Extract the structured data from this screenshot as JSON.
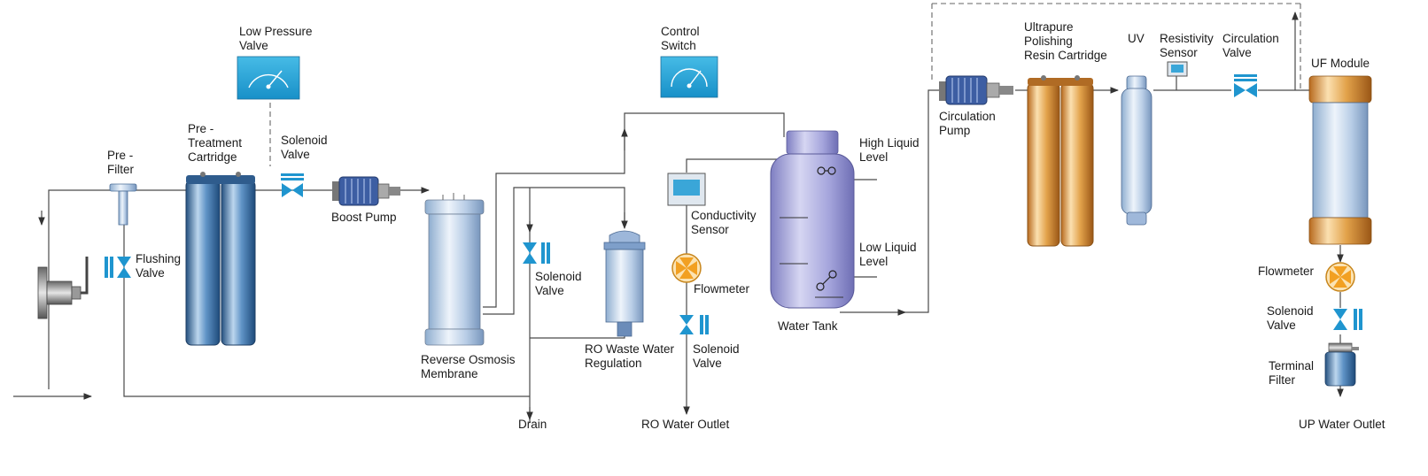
{
  "labels": {
    "low_pressure_valve": [
      "Low Pressure",
      "Valve"
    ],
    "control_switch": [
      "Control",
      "Switch"
    ],
    "pre_filter": [
      "Pre -",
      "Filter"
    ],
    "pre_treatment": [
      "Pre -",
      "Treatment",
      "Cartridge"
    ],
    "solenoid_valve_1": [
      "Solenoid",
      "Valve"
    ],
    "boost_pump": [
      "Boost Pump"
    ],
    "flushing_valve": [
      "Flushing",
      "Valve"
    ],
    "reverse_osmosis": [
      "Reverse Osmosis",
      "Membrane"
    ],
    "solenoid_valve_2": [
      "Solenoid",
      "Valve"
    ],
    "ro_waste": [
      "RO Waste Water",
      "Regulation"
    ],
    "conductivity_sensor": [
      "Conductivity",
      "Sensor"
    ],
    "flowmeter_1": [
      "Flowmeter"
    ],
    "solenoid_valve_3": [
      "Solenoid",
      "Valve"
    ],
    "drain": [
      "Drain"
    ],
    "ro_water_outlet": [
      "RO Water Outlet"
    ],
    "high_liquid": [
      "High Liquid",
      "Level"
    ],
    "low_liquid": [
      "Low Liquid",
      "Level"
    ],
    "water_tank": [
      "Water Tank"
    ],
    "circulation_pump": [
      "Circulation",
      "Pump"
    ],
    "ultrapure_resin": [
      "Ultrapure",
      "Polishing",
      "Resin Cartridge"
    ],
    "uv": [
      "UV"
    ],
    "resistivity_sensor": [
      "Resistivity",
      "Sensor"
    ],
    "circulation_valve": [
      "Circulation",
      "Valve"
    ],
    "uf_module": [
      "UF Module"
    ],
    "flowmeter_2": [
      "Flowmeter"
    ],
    "solenoid_valve_4": [
      "Solenoid",
      "Valve"
    ],
    "terminal_filter": [
      "Terminal",
      "Filter"
    ],
    "up_water_outlet": [
      "UP  Water Outlet"
    ]
  },
  "colors": {
    "pipe": "#4a4a4a",
    "gauge_bg": "#2aa7d8",
    "valve_blue": "#1f95cf",
    "cartridge_blue": "#3b78b8",
    "resin_gold": "#e0a445",
    "tank_lilac": "#a9a9df",
    "flowmeter_orange": "#f2a022"
  }
}
